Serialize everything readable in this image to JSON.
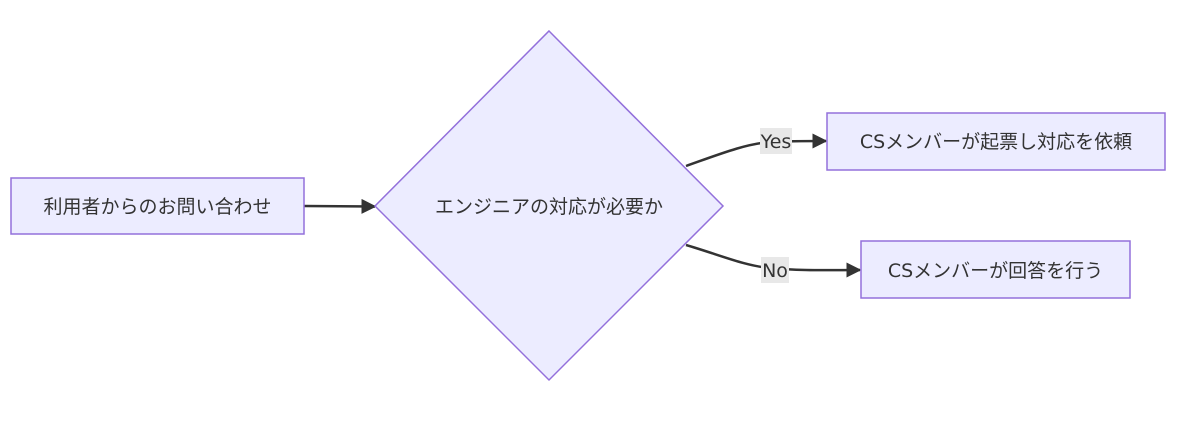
{
  "diagram": {
    "type": "flowchart",
    "colors": {
      "node_fill": "#ECECFF",
      "node_stroke": "#9370DB",
      "edge": "#333333",
      "edge_label_bg": "#E8E8E8",
      "text": "#333333"
    },
    "nodes": {
      "start": {
        "label": "利用者からのお問い合わせ",
        "shape": "rect"
      },
      "decision": {
        "label": "エンジニアの対応が必要か",
        "shape": "diamond"
      },
      "yes_target": {
        "label": "CSメンバーが起票し対応を依頼",
        "shape": "rect"
      },
      "no_target": {
        "label": "CSメンバーが回答を行う",
        "shape": "rect"
      }
    },
    "edges": {
      "start_to_decision": {
        "from": "start",
        "to": "decision",
        "label": ""
      },
      "decision_yes": {
        "from": "decision",
        "to": "yes_target",
        "label": "Yes"
      },
      "decision_no": {
        "from": "decision",
        "to": "no_target",
        "label": "No"
      }
    }
  }
}
